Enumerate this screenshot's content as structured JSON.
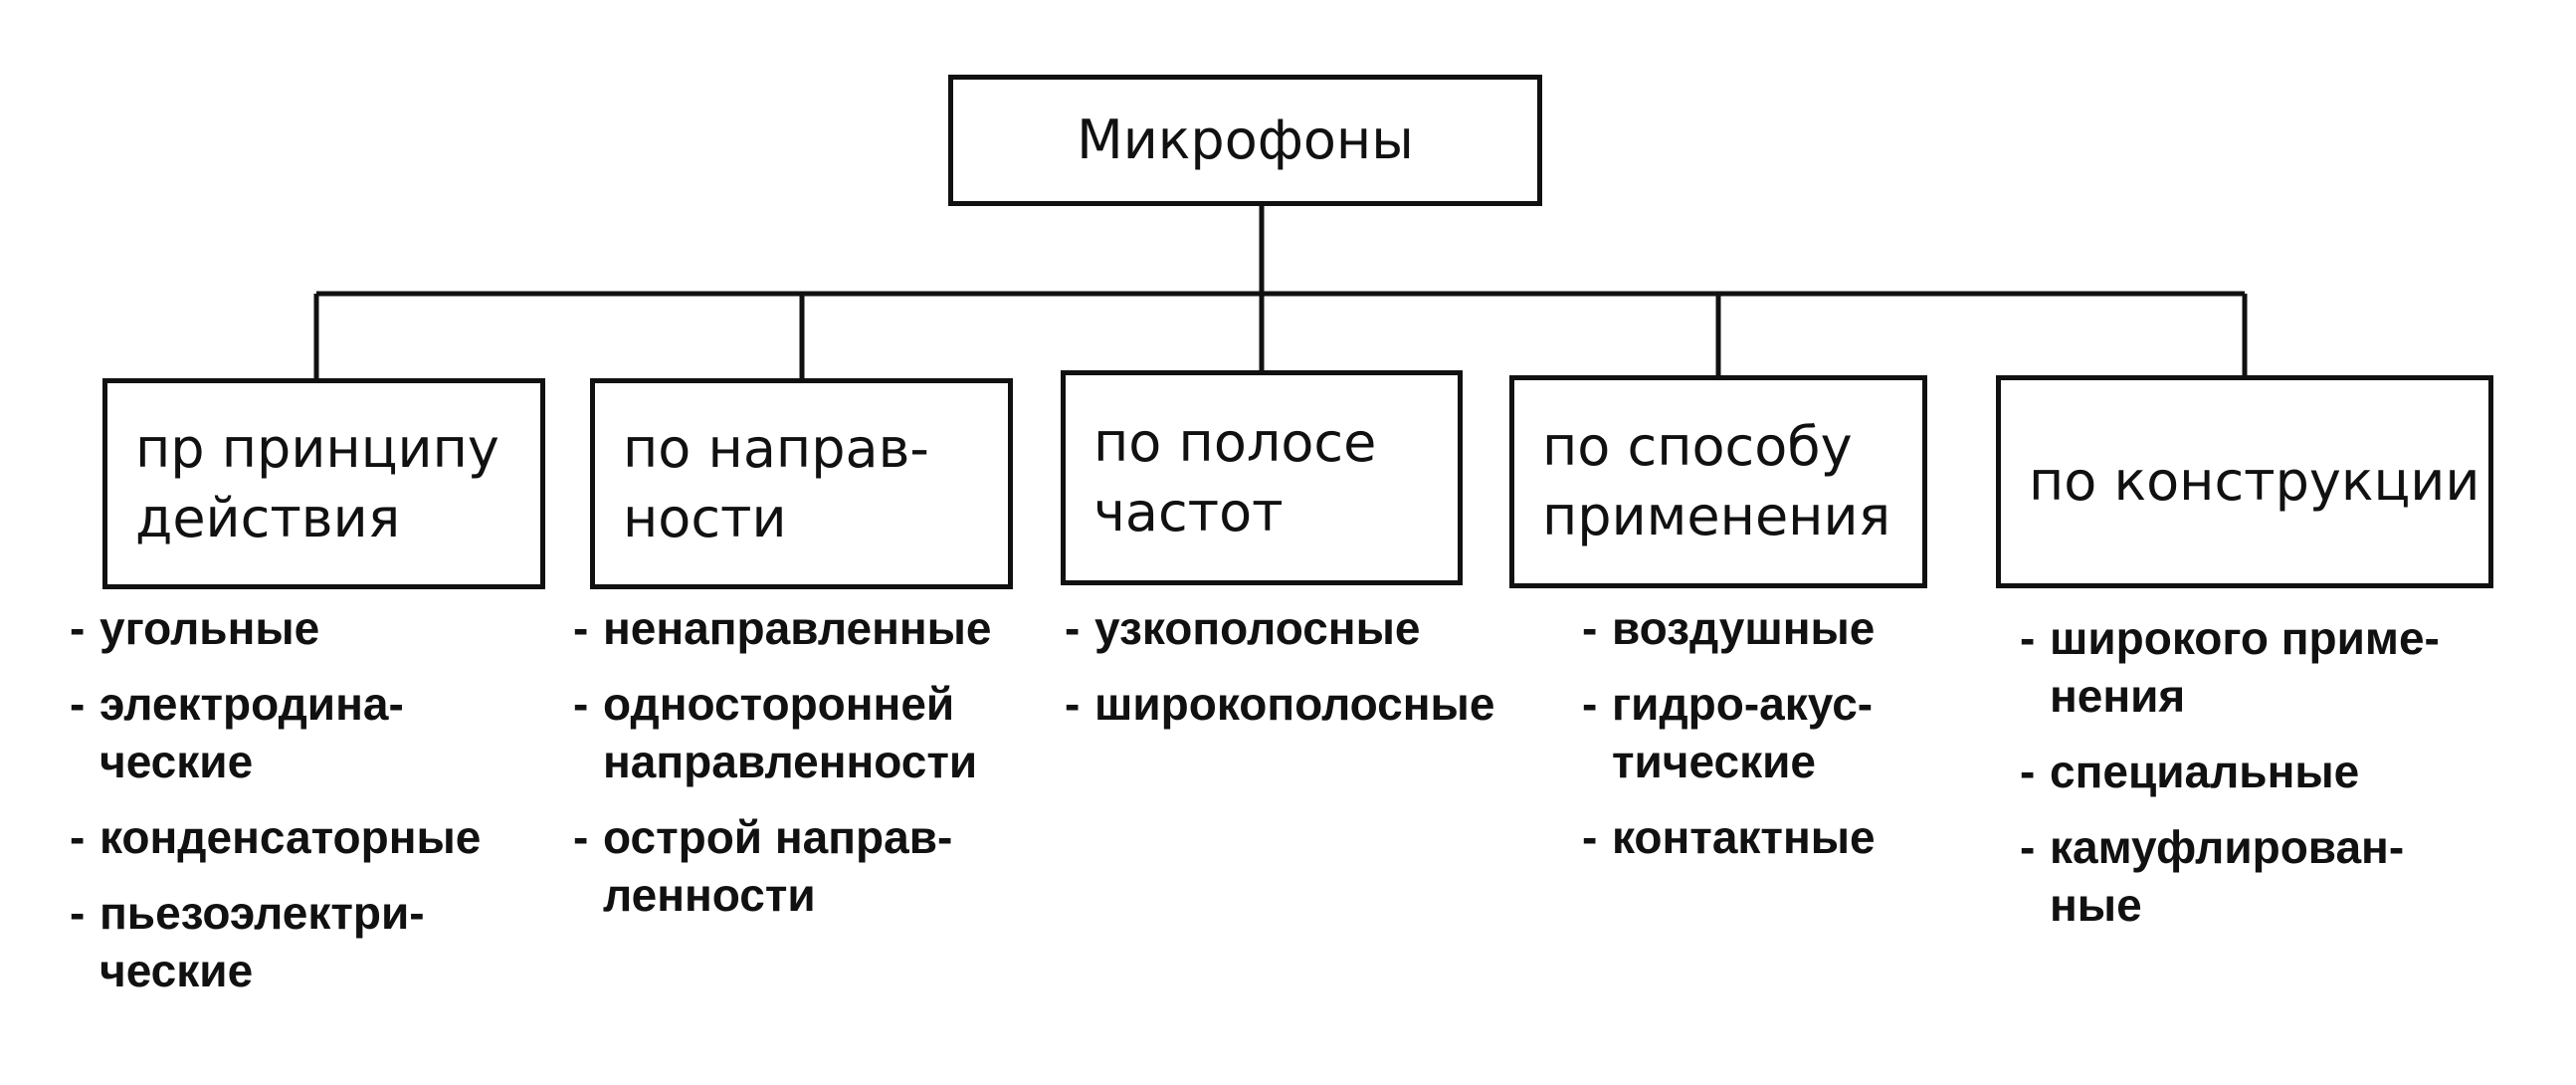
{
  "root": {
    "label": "Микрофоны"
  },
  "categories": [
    {
      "lines": [
        "пр принципу",
        "действия"
      ],
      "items": [
        {
          "lines": [
            "угольные"
          ]
        },
        {
          "lines": [
            "электродина-",
            "ческие"
          ]
        },
        {
          "lines": [
            "конденсаторные"
          ]
        },
        {
          "lines": [
            "пьезоэлектри-",
            "ческие"
          ]
        }
      ]
    },
    {
      "lines": [
        "по направ-",
        "ности"
      ],
      "items": [
        {
          "lines": [
            "ненаправленные"
          ]
        },
        {
          "lines": [
            "односторонней",
            "направленности"
          ]
        },
        {
          "lines": [
            "острой направ-",
            "ленности"
          ]
        }
      ]
    },
    {
      "lines": [
        "по полосе",
        "частот"
      ],
      "items": [
        {
          "lines": [
            "узкополосные"
          ]
        },
        {
          "lines": [
            "широкополосные"
          ]
        }
      ]
    },
    {
      "lines": [
        "по способу",
        "применения"
      ],
      "items": [
        {
          "lines": [
            "воздушные"
          ]
        },
        {
          "lines": [
            "гидро-акус-",
            "тические"
          ]
        },
        {
          "lines": [
            "контактные"
          ]
        }
      ]
    },
    {
      "lines": [
        "по конструкции"
      ],
      "items": [
        {
          "lines": [
            "широкого приме-",
            "нения"
          ]
        },
        {
          "lines": [
            "специальные"
          ]
        },
        {
          "lines": [
            "камуфлирован-",
            "ные"
          ]
        }
      ]
    }
  ],
  "item_prefix": "-"
}
